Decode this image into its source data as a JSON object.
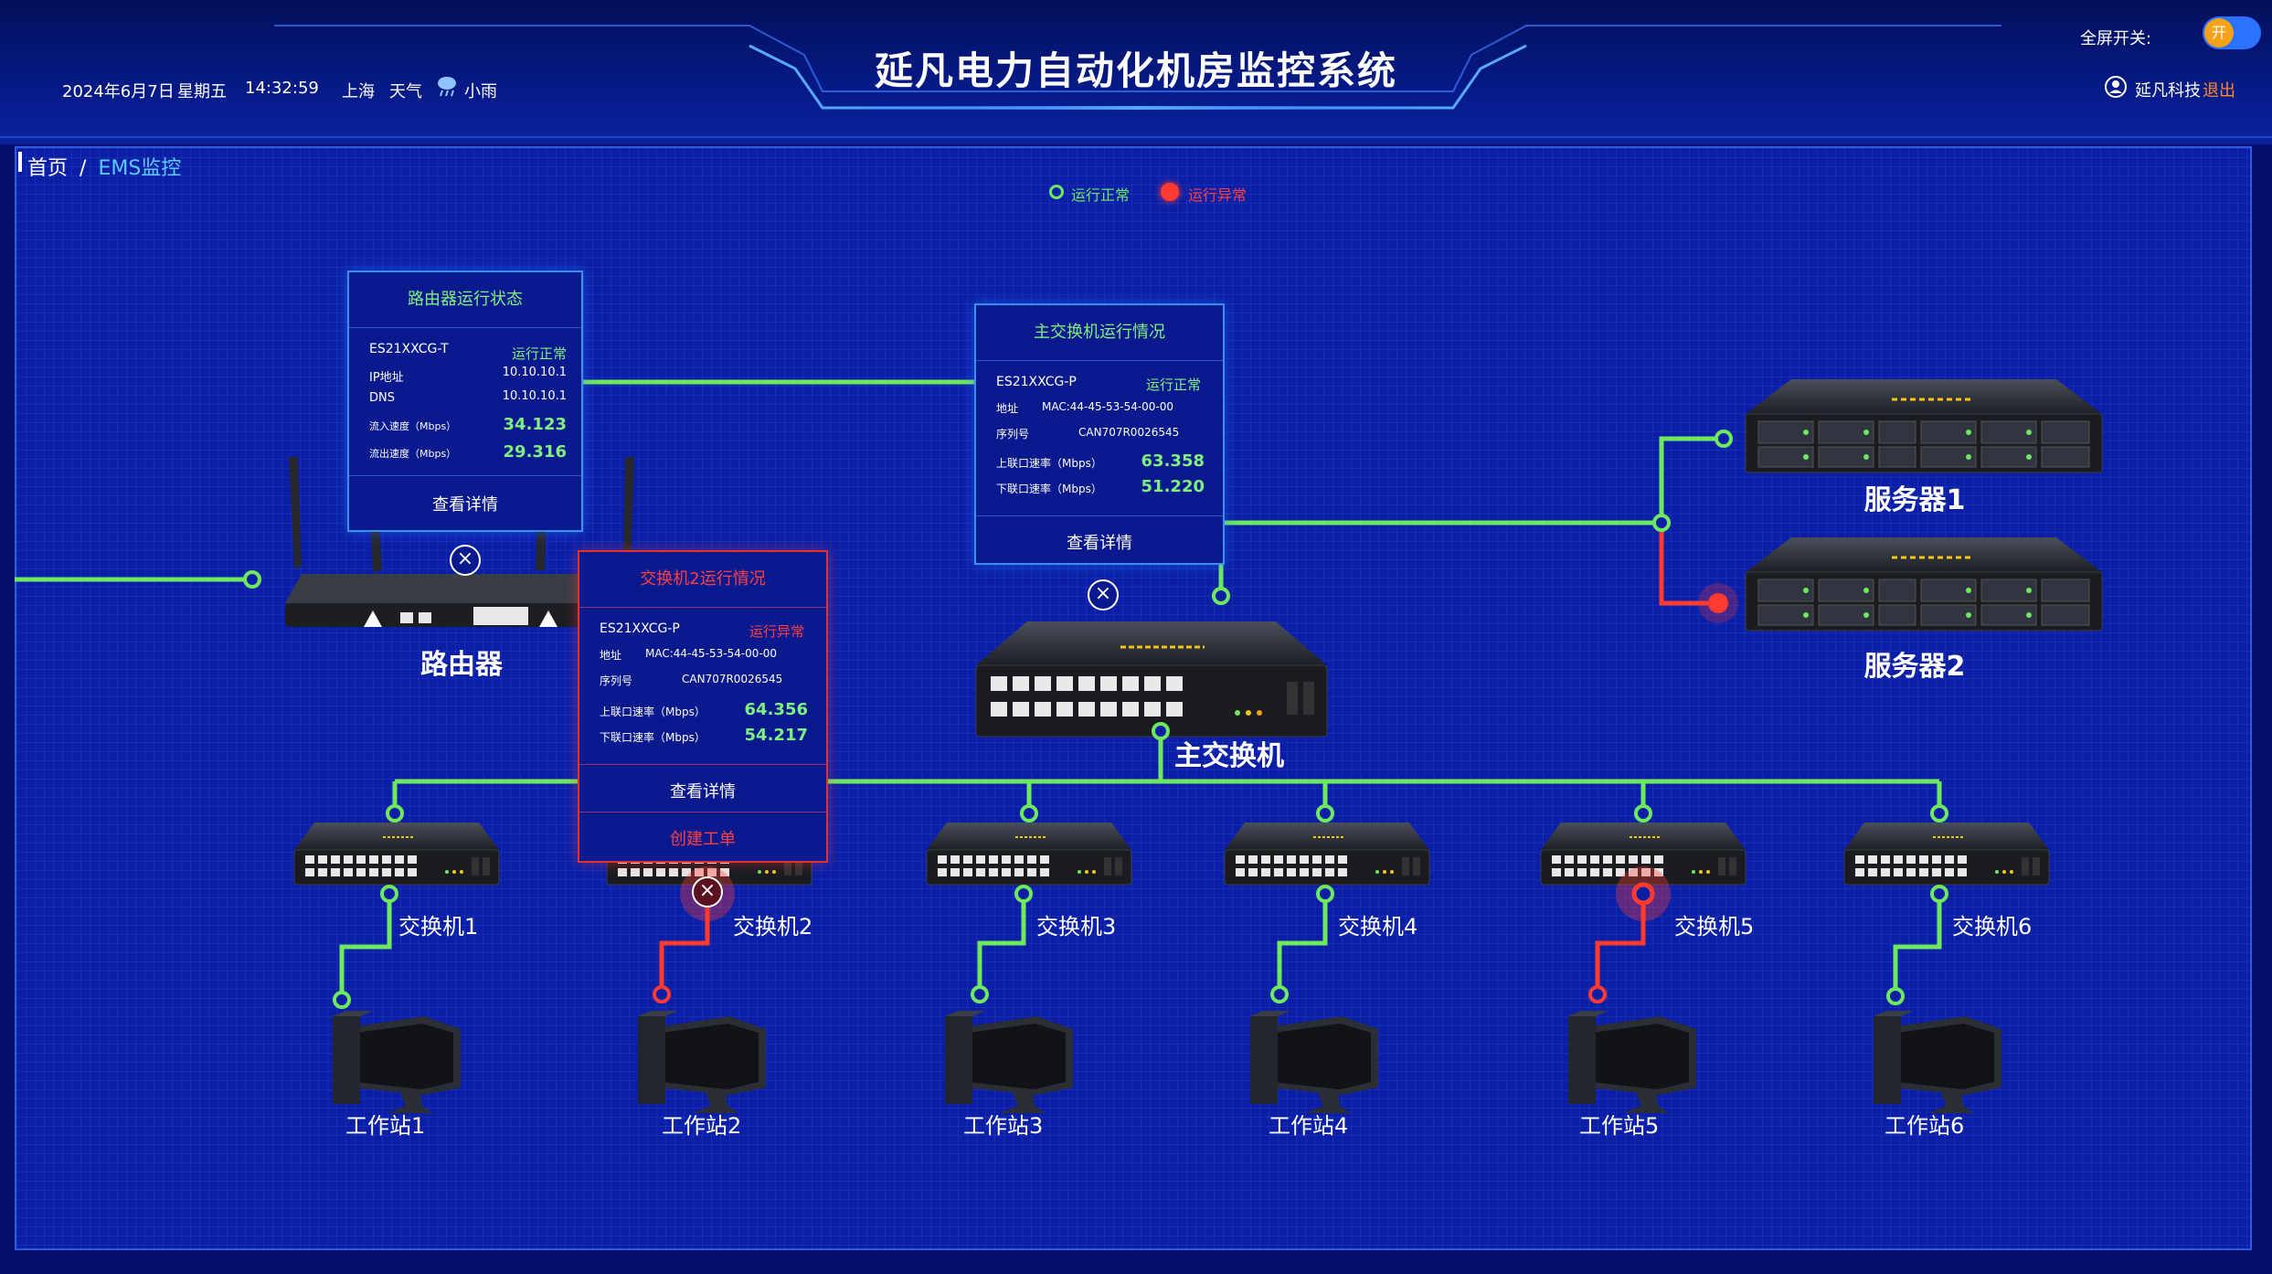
{
  "header": {
    "title": "延凡电力自动化机房监控系统",
    "date": "2024年6月7日",
    "weekday": "星期五",
    "time": "14:32:59",
    "city": "上海",
    "weather_label": "天气",
    "weather": "小雨",
    "fullscreen_label": "全屏开关:",
    "fullscreen_state": "开",
    "user": "延凡科技",
    "logout": "退出"
  },
  "breadcrumb": {
    "home": "首页",
    "sep": "/",
    "current": "EMS监控"
  },
  "legend": {
    "normal": "运行正常",
    "abnormal": "运行异常"
  },
  "colors": {
    "normal": "#6ee85f",
    "abnormal": "#ff3b30",
    "accent": "#4a9cff"
  },
  "router_card": {
    "title": "路由器运行状态",
    "model": "ES21XXCG-T",
    "status": "运行正常",
    "ip_label": "IP地址",
    "ip": "10.10.10.1",
    "dns_label": "DNS",
    "dns": "10.10.10.1",
    "in_label": "流入速度（Mbps）",
    "in_value": "34.123",
    "out_label": "流出速度（Mbps）",
    "out_value": "29.316",
    "detail": "查看详情"
  },
  "main_switch_card": {
    "title": "主交换机运行情况",
    "model": "ES21XXCG-P",
    "status": "运行正常",
    "addr_label": "地址",
    "addr": "MAC:44-45-53-54-00-00",
    "serial_label": "序列号",
    "serial": "CAN707R0026545",
    "up_label": "上联口速率（Mbps）",
    "up_value": "63.358",
    "down_label": "下联口速率（Mbps）",
    "down_value": "51.220",
    "detail": "查看详情"
  },
  "switch2_card": {
    "title": "交换机2运行情况",
    "model": "ES21XXCG-P",
    "status": "运行异常",
    "addr_label": "地址",
    "addr": "MAC:44-45-53-54-00-00",
    "serial_label": "序列号",
    "serial": "CAN707R0026545",
    "up_label": "上联口速率（Mbps）",
    "up_value": "64.356",
    "down_label": "下联口速率（Mbps）",
    "down_value": "54.217",
    "detail": "查看详情",
    "ticket": "创建工单"
  },
  "devices": {
    "router": "路由器",
    "main_switch": "主交换机",
    "server1": "服务器1",
    "server2": "服务器2",
    "switches": [
      "交换机1",
      "交换机2",
      "交换机3",
      "交换机4",
      "交换机5",
      "交换机6"
    ],
    "workstations": [
      "工作站1",
      "工作站2",
      "工作站3",
      "工作站4",
      "工作站5",
      "工作站6"
    ]
  }
}
